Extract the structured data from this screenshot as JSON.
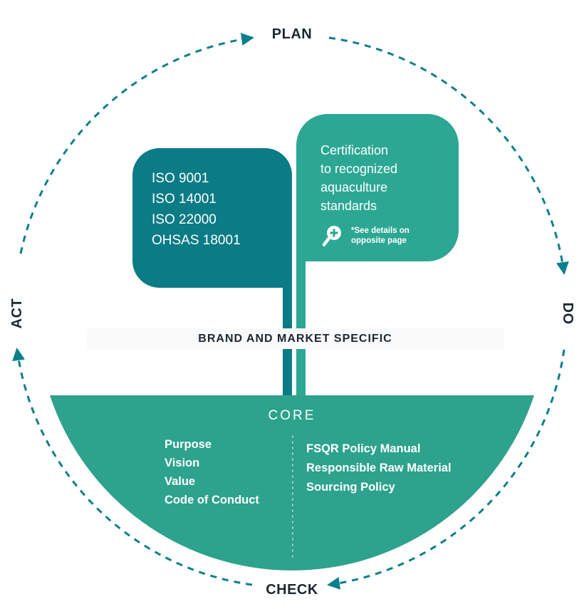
{
  "cycle": {
    "plan": "PLAN",
    "do": "DO",
    "check": "CHECK",
    "act": "ACT"
  },
  "iso_box": {
    "items": [
      "ISO 9001",
      "ISO 14001",
      "ISO 22000",
      "OHSAS 18001"
    ]
  },
  "cert_box": {
    "title": "Certification to recognized aquaculture standards",
    "title_lines": [
      "Certification",
      "to recognized",
      "aquaculture",
      "standards"
    ],
    "note": "*See details on opposite page",
    "note_lines": [
      "*See details on",
      "opposite page"
    ]
  },
  "band": {
    "label": "BRAND AND MARKET SPECIFIC"
  },
  "core": {
    "title": "CORE",
    "left_items": [
      "Purpose",
      "Vision",
      "Value",
      "Code of Conduct"
    ],
    "right_items": [
      "FSQR Policy Manual",
      "Responsible Raw Material",
      "Sourcing Policy"
    ]
  },
  "icons": {
    "see_details": "magnifier-plus-icon"
  },
  "colors": {
    "dark_teal": "#0b7b85",
    "teal": "#2ca794",
    "core_teal": "#2da28c",
    "cycle_stroke": "#0c7f8c",
    "label_text": "#1b2730"
  }
}
